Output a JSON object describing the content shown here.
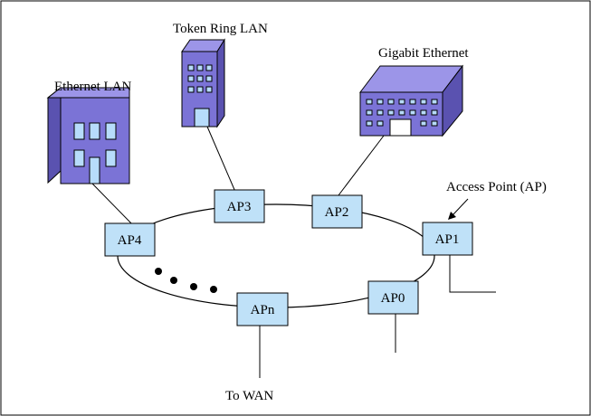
{
  "diagram": {
    "buildings": {
      "ethernet_lan": "Ethernet LAN",
      "token_ring_lan": "Token Ring LAN",
      "gigabit_ethernet": "Gigabit Ethernet"
    },
    "access_points": {
      "ap0": "AP0",
      "ap1": "AP1",
      "ap2": "AP2",
      "ap3": "AP3",
      "ap4": "AP4",
      "apn": "APn"
    },
    "annotations": {
      "access_point": "Access Point (AP)",
      "to_wan": "To WAN"
    },
    "colors": {
      "building_front": "#7b73d6",
      "building_side": "#5a52b0",
      "building_top": "#9c95e8",
      "window": "#b7dcfb",
      "ap_box": "#bfe1f8",
      "stroke": "#000000"
    }
  }
}
